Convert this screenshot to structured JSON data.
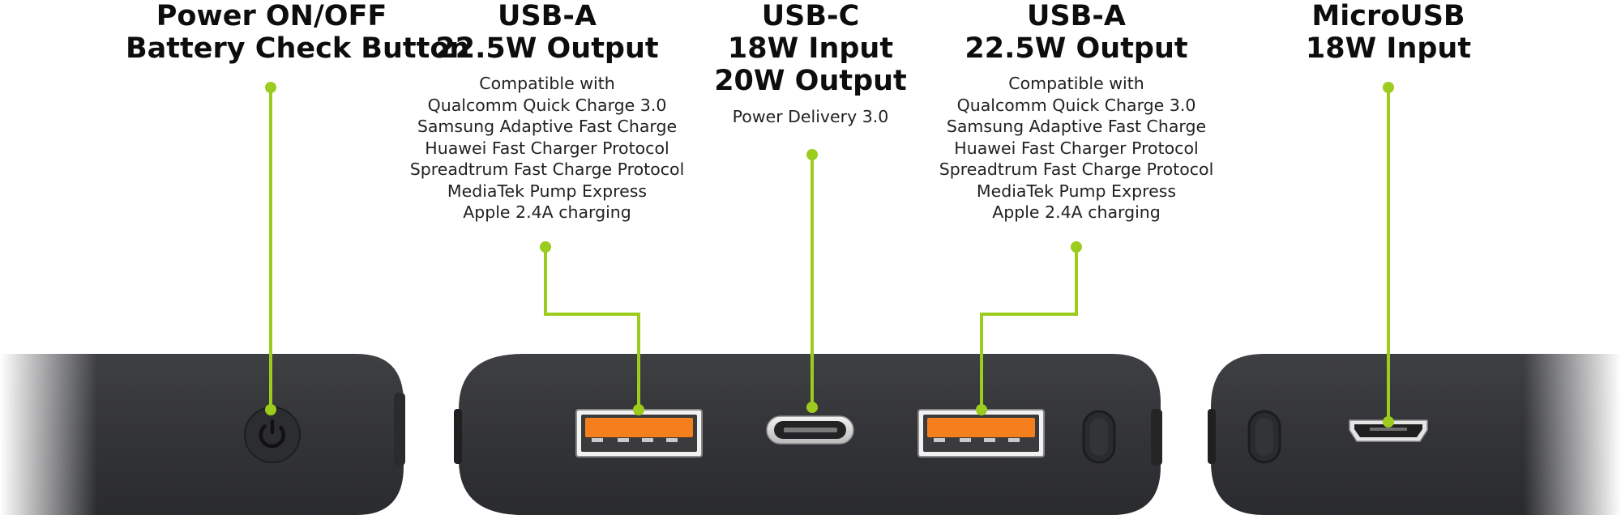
{
  "colors": {
    "accent": "#9ccc1d",
    "port_orange": "#f57f1c",
    "body_dark": "#333437",
    "port_silver": "#e7e7e7"
  },
  "callouts": [
    {
      "id": "power",
      "title_lines": [
        "Power ON/OFF",
        "Battery Check Button"
      ],
      "desc_lines": [],
      "icon": "power-icon"
    },
    {
      "id": "usba-left",
      "title_lines": [
        "USB-A",
        "22.5W Output"
      ],
      "desc_lines": [
        "Compatible with",
        "Qualcomm Quick Charge 3.0",
        "Samsung Adaptive Fast Charge",
        "Huawei Fast Charger Protocol",
        "Spreadtrum Fast Charge Protocol",
        "MediaTek Pump Express",
        "Apple 2.4A charging"
      ]
    },
    {
      "id": "usbc",
      "title_lines": [
        "USB-C",
        "18W Input",
        "20W Output"
      ],
      "desc_lines": [
        "Power Delivery 3.0"
      ]
    },
    {
      "id": "usba-right",
      "title_lines": [
        "USB-A",
        "22.5W Output"
      ],
      "desc_lines": [
        "Compatible with",
        "Qualcomm Quick Charge 3.0",
        "Samsung Adaptive Fast Charge",
        "Huawei Fast Charger Protocol",
        "Spreadtrum Fast Charge Protocol",
        "MediaTek Pump Express",
        "Apple 2.4A charging"
      ]
    },
    {
      "id": "microusb",
      "title_lines": [
        "MicroUSB",
        "18W Input"
      ],
      "desc_lines": []
    }
  ]
}
